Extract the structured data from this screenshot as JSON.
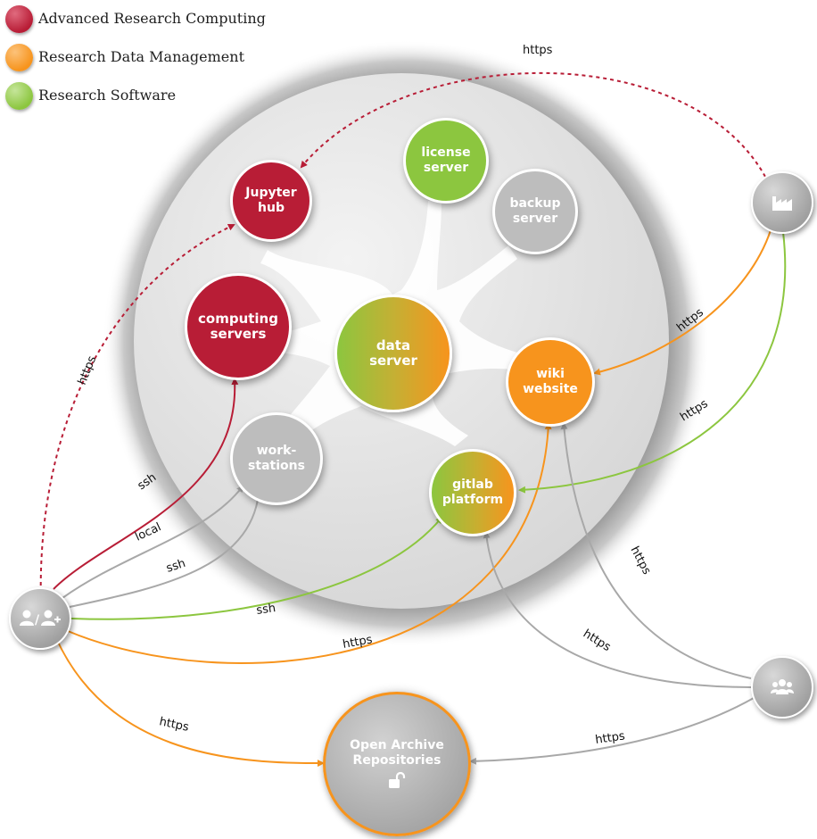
{
  "legend": [
    {
      "label": "Advanced Research Computing",
      "color": "#b81d36"
    },
    {
      "label": "Research Data Management",
      "color": "#f7941d"
    },
    {
      "label": "Research Software",
      "color": "#8cc63f"
    }
  ],
  "nodes": {
    "jupyter_hub": {
      "line1": "Jupyter",
      "line2": "hub",
      "color": "#b81d36"
    },
    "license_server": {
      "line1": "license",
      "line2": "server",
      "color": "#8cc63f"
    },
    "backup_server": {
      "line1": "backup",
      "line2": "server",
      "color": "#bdbdbd"
    },
    "computing_servers": {
      "line1": "computing",
      "line2": "servers",
      "color": "#b81d36"
    },
    "data_server": {
      "line1": "data",
      "line2": "server"
    },
    "wiki_website": {
      "line1": "wiki",
      "line2": "website",
      "color": "#f7941d"
    },
    "workstations": {
      "line1": "work-",
      "line2": "stations",
      "color": "#bdbdbd"
    },
    "gitlab_platform": {
      "line1": "gitlab",
      "line2": "platform"
    },
    "open_archive": {
      "line1": "Open Archive",
      "line2": "Repositories"
    }
  },
  "edge_labels": {
    "https_top": "https",
    "https_left": "https",
    "https_wiki": "https",
    "https_gitlab_right": "https",
    "ssh_computing": "ssh",
    "local": "local",
    "ssh_workstations": "ssh",
    "ssh_gitlab": "ssh",
    "https_wiki_user": "https",
    "https_archive_user": "https",
    "https_wiki_group": "https",
    "https_gitlab_group": "https",
    "https_archive_group": "https"
  },
  "actors": {
    "user": {
      "icon": "user-add-icon"
    },
    "industry": {
      "icon": "factory-icon"
    },
    "public": {
      "icon": "group-icon"
    }
  },
  "colors": {
    "arc_red": "#b81d36",
    "rdm_orange": "#f7941d",
    "rs_green": "#8cc63f",
    "neutral_gray": "#a8a8a8"
  }
}
